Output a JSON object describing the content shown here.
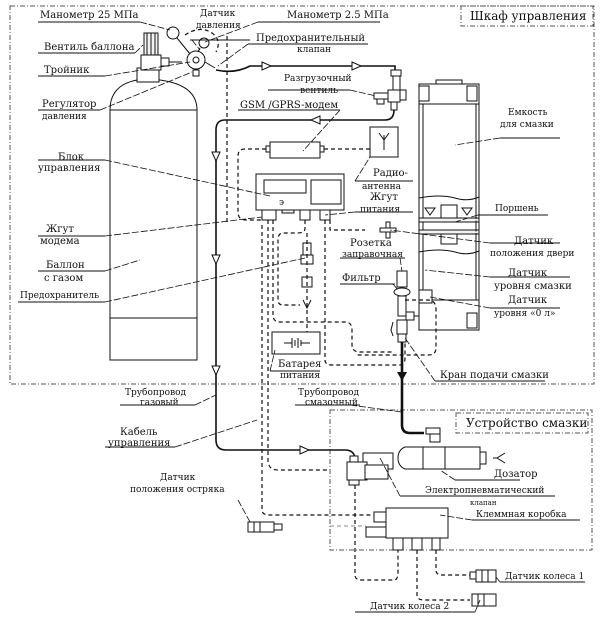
{
  "frames": {
    "control_cabinet": "Шкаф управления",
    "lubrication_device": "Устройство смазки"
  },
  "labels": {
    "manometer_25": "Манометр 25 МПа",
    "pressure_sensor_1": "Датчик",
    "pressure_sensor_2": "давления",
    "manometer_2_5": "Манометр 2.5 МПа",
    "cylinder_valve": "Вентиль баллона",
    "safety_valve_1": "Предохранительный",
    "safety_valve_2": "клапан",
    "tee": "Тройник",
    "relief_valve_1": "Разгрузочный",
    "relief_valve_2": "вентиль",
    "regulator_1": "Регулятор",
    "regulator_2": "давления",
    "gsm_modem": "GSM /GPRS-модем",
    "tank_1": "Емкость",
    "tank_2": "для смазки",
    "control_unit_1": "Блок",
    "control_unit_2": "управления",
    "radio_antenna_1": "Радио-",
    "radio_antenna_2": "антенна",
    "power_harness_1": "Жгут",
    "power_harness_2": "питания",
    "modem_harness_1": "Жгут",
    "modem_harness_2": "модема",
    "piston": "Поршень",
    "door_sensor_1": "Датчик",
    "door_sensor_2": "положения двери",
    "filler_socket_1": "Розетка",
    "filler_socket_2": "заправочная",
    "gas_cylinder_1": "Баллон",
    "gas_cylinder_2": "с газом",
    "filter": "Фильтр",
    "lube_level_sensor_1": "Датчик",
    "lube_level_sensor_2": "уровня смазки",
    "fuse": "Предохранитель",
    "zero_level_sensor_1": "Датчик",
    "zero_level_sensor_2": "уровня «0 л»",
    "battery_1": "Батарея",
    "battery_2": "питания",
    "supply_valve": "Кран подачи смазки",
    "gas_pipe_1": "Трубопровод",
    "gas_pipe_2": "газовый",
    "lube_pipe_1": "Трубопровод",
    "lube_pipe_2": "смазочный",
    "control_cable_1": "Кабель",
    "control_cable_2": "управления",
    "dispenser": "Дозатор",
    "ep_valve_1": "Электропневматический",
    "ep_valve_2": "клапан",
    "switch_point_sensor_1": "Датчик",
    "switch_point_sensor_2": "положения остряка",
    "terminal_box": "Клеммная коробка",
    "wheel_sensor_1": "Датчик колеса 1",
    "wheel_sensor_2": "Датчик колеса 2"
  }
}
